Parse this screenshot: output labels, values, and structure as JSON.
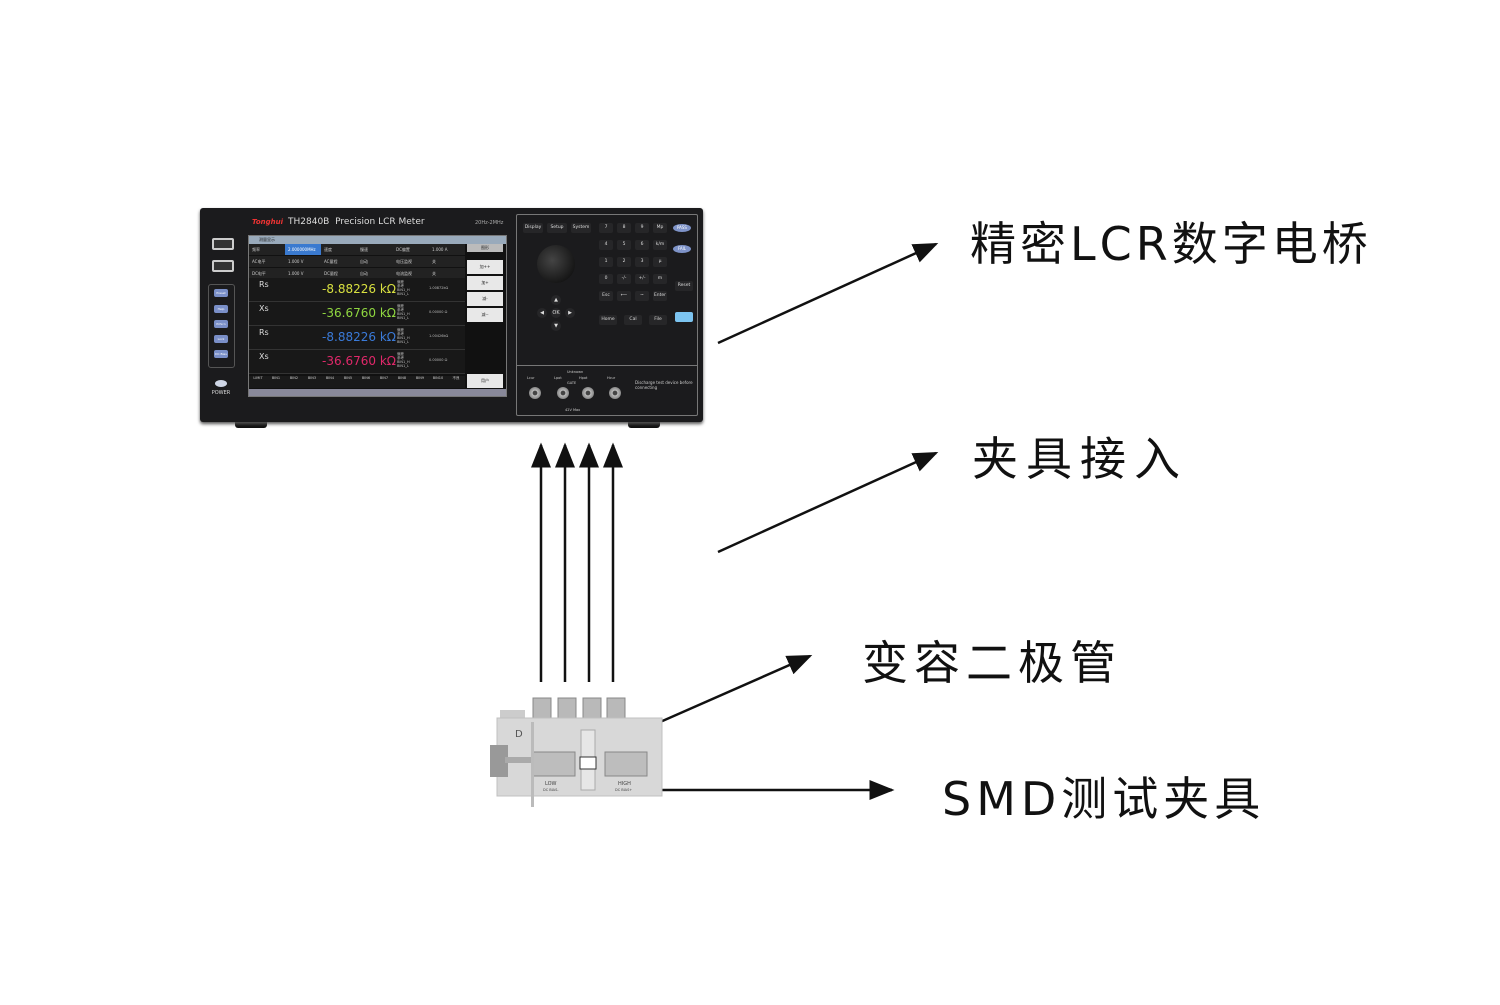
{
  "labels": {
    "lcr_meter": "精密LCR数字电桥",
    "fixture_connection": "夹具接入",
    "varactor_diode": "变容二极管",
    "smd_fixture": "SMD测试夹具"
  },
  "instrument": {
    "brand": "Tonghui",
    "model": "TH2840B",
    "name": "Precision LCR Meter",
    "freq_range": "20Hz-2MHz",
    "side_buttons": [
      "Preset",
      "Help",
      "PriScn",
      "Lock",
      "DC Bias"
    ],
    "power_label": "POWER",
    "screen": {
      "title": "测量显示",
      "params": [
        [
          "频率",
          "2.000000MHz",
          "速度",
          "慢速",
          "DC偏置",
          "1.000 A"
        ],
        [
          "AC电平",
          "1.000 V",
          "AC量程",
          "自动",
          "电压监视",
          "关"
        ],
        [
          "DC电平",
          "1.000 V",
          "DC量程",
          "自动",
          "电流监视",
          "关"
        ]
      ],
      "measurements": [
        {
          "param": "Rs",
          "value": "-8.88226 kΩ",
          "color": "#d8e040",
          "ref": "1.00872kΩ"
        },
        {
          "param": "Xs",
          "value": "-36.6760 kΩ",
          "color": "#8fd640",
          "ref": "0.00000 Ω"
        },
        {
          "param": "Rs",
          "value": "-8.88226 kΩ",
          "color": "#3a7ad8",
          "ref": "1.00426kΩ"
        },
        {
          "param": "Xs",
          "value": "-36.6760 kΩ",
          "color": "#e0286a",
          "ref": "0.00000 Ω"
        }
      ],
      "side_info": [
        "偏差",
        "参考",
        "BIN1_H",
        "BIN1_L"
      ],
      "softkeys": [
        "图形",
        "加++",
        "加+",
        "减-",
        "减--",
        "用户"
      ],
      "bins": [
        "LIMIT",
        "BIN1",
        "BIN2",
        "BIN3",
        "BIN4",
        "BIN5",
        "BIN6",
        "BIN7",
        "BIN8",
        "BIN9",
        "BIN10",
        "不良"
      ]
    },
    "keypad": {
      "top_keys": [
        "Display",
        "Setup",
        "System"
      ],
      "num_keys": [
        "7",
        "8",
        "9",
        "Mp",
        "4",
        "5",
        "6",
        "k/m",
        "1",
        "2",
        "3",
        "μ",
        "0",
        "-/-",
        "+/-",
        "m",
        "Esc",
        "⟵",
        "~",
        "Enter"
      ],
      "bottom_keys": [
        "Home",
        "Cal",
        "File"
      ],
      "pass": "PASS",
      "fail": "FAIL",
      "reset": "Reset",
      "ok": "OK",
      "unknown": "Unknown",
      "terminals": [
        "Lcur",
        "Lpot",
        "Hpot",
        "Hcur"
      ],
      "gnd": "GATE",
      "max_voltage": "42V Max",
      "warning": "Discharge test device before connecting"
    }
  },
  "fixture": {
    "mark": "D",
    "low": "LOW",
    "low_sub": "DC BIAS-",
    "high": "HIGH",
    "high_sub": "DC BIAS+"
  }
}
